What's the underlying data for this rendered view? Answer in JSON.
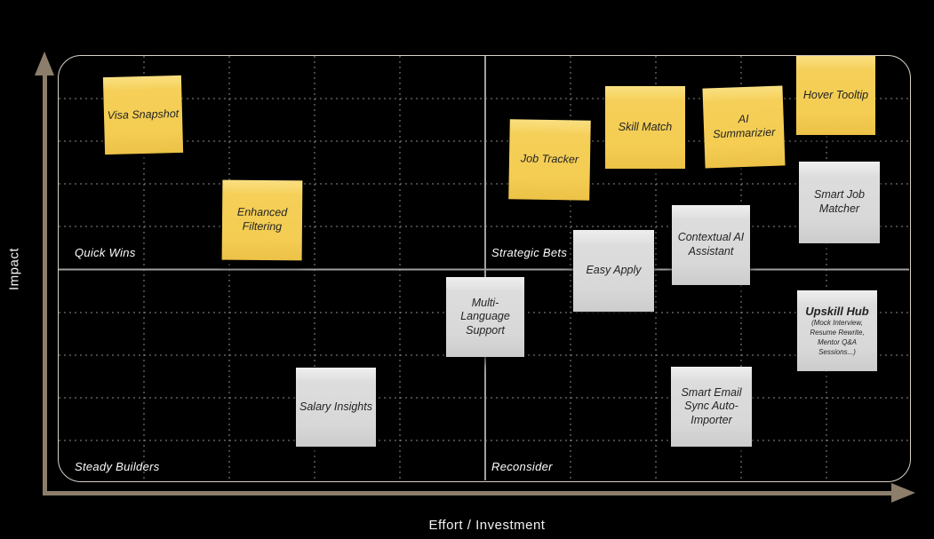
{
  "matrix": {
    "x_axis_label": "Effort / Investment",
    "y_axis_label": "Impact",
    "quadrants": {
      "top_left": "Quick Wins",
      "top_right": "Strategic Bets",
      "bottom_left": "Steady Builders",
      "bottom_right": "Reconsider"
    }
  },
  "notes": [
    {
      "label": "Visa Snapshot",
      "color": "yellow",
      "quadrant": "Quick Wins",
      "effort": 1.0,
      "impact": 8.6
    },
    {
      "label": "Enhanced Filtering",
      "color": "yellow",
      "quadrant": "Quick Wins",
      "effort": 2.4,
      "impact": 6.1
    },
    {
      "label": "Job Tracker",
      "color": "yellow",
      "quadrant": "Strategic Bets",
      "effort": 5.8,
      "impact": 7.5
    },
    {
      "label": "Skill Match",
      "color": "yellow",
      "quadrant": "Strategic Bets",
      "effort": 6.9,
      "impact": 8.3
    },
    {
      "label": "AI Summarizier",
      "color": "yellow",
      "quadrant": "Strategic Bets",
      "effort": 8.0,
      "impact": 8.3
    },
    {
      "label": "Hover Tooltip",
      "color": "yellow",
      "quadrant": "Strategic Bets",
      "effort": 9.1,
      "impact": 9.0
    },
    {
      "label": "Smart Job Matcher",
      "color": "gray",
      "quadrant": "Strategic Bets",
      "effort": 9.2,
      "impact": 6.5
    },
    {
      "label": "Contextual AI Assistant",
      "color": "gray",
      "quadrant": "Strategic Bets",
      "effort": 7.7,
      "impact": 5.6
    },
    {
      "label": "Easy Apply",
      "color": "gray",
      "quadrant": "Strategic Bets / Reconsider boundary",
      "effort": 6.5,
      "impact": 4.9
    },
    {
      "label": "Multi-Language Support",
      "color": "gray",
      "quadrant": "Reconsider (on center line)",
      "effort": 5.0,
      "impact": 3.9
    },
    {
      "label": "Upskill Hub",
      "sub": "(Mock Interview, Resume Rewrite, Mentor Q&A Sessions...)",
      "color": "gray",
      "quadrant": "Reconsider",
      "effort": 9.1,
      "impact": 3.6
    },
    {
      "label": "Salary Insights",
      "color": "gray",
      "quadrant": "Steady Builders",
      "effort": 3.3,
      "impact": 1.8
    },
    {
      "label": "Smart Email Sync Auto-Importer",
      "color": "gray",
      "quadrant": "Reconsider",
      "effort": 7.7,
      "impact": 1.8
    }
  ],
  "colors": {
    "background": "#000000",
    "yellow_note": "#f5cf58",
    "gray_note": "#d8d8d8",
    "axis_arrow": "#8c7e6b",
    "board_border": "#d8d1c6",
    "grid_line": "#8b8b8b",
    "center_line": "#a0a0a0",
    "note_text": "#232323",
    "label_text": "#f2f2f2"
  }
}
